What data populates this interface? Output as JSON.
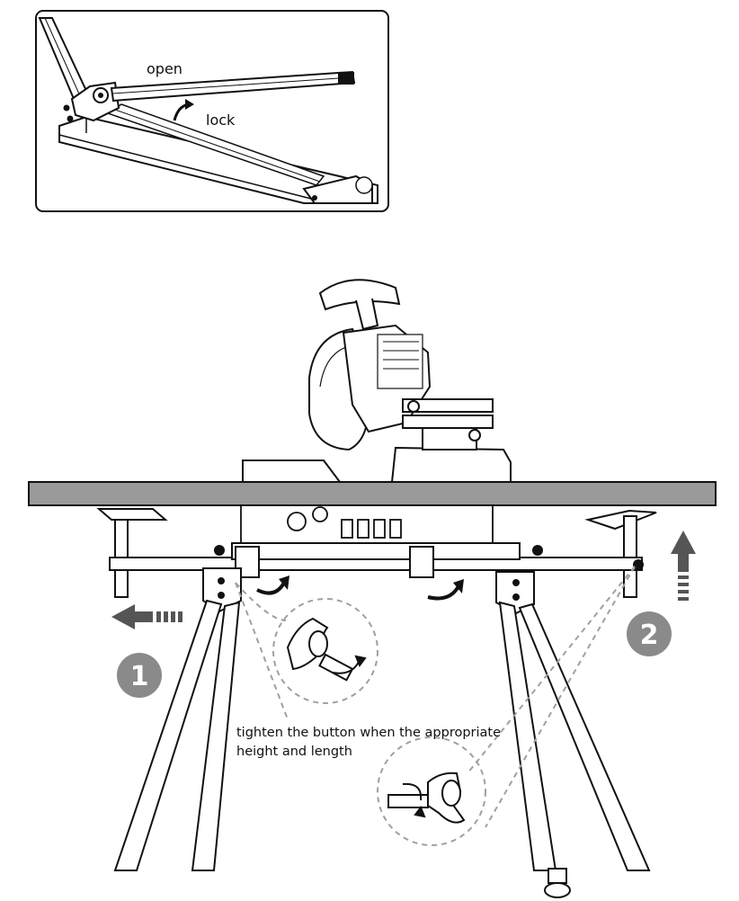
{
  "inset": {
    "label_open": "open",
    "label_lock": "lock"
  },
  "steps": [
    {
      "number": "1"
    },
    {
      "number": "2"
    }
  ],
  "instruction": {
    "line1": "tighten the button when the appropriate",
    "line2": "height and length"
  },
  "colors": {
    "line": "#111111",
    "badge": "#8a8a8a",
    "arrow": "#555555",
    "table_top": "#9a9a9a",
    "dashed": "#a0a0a0"
  }
}
